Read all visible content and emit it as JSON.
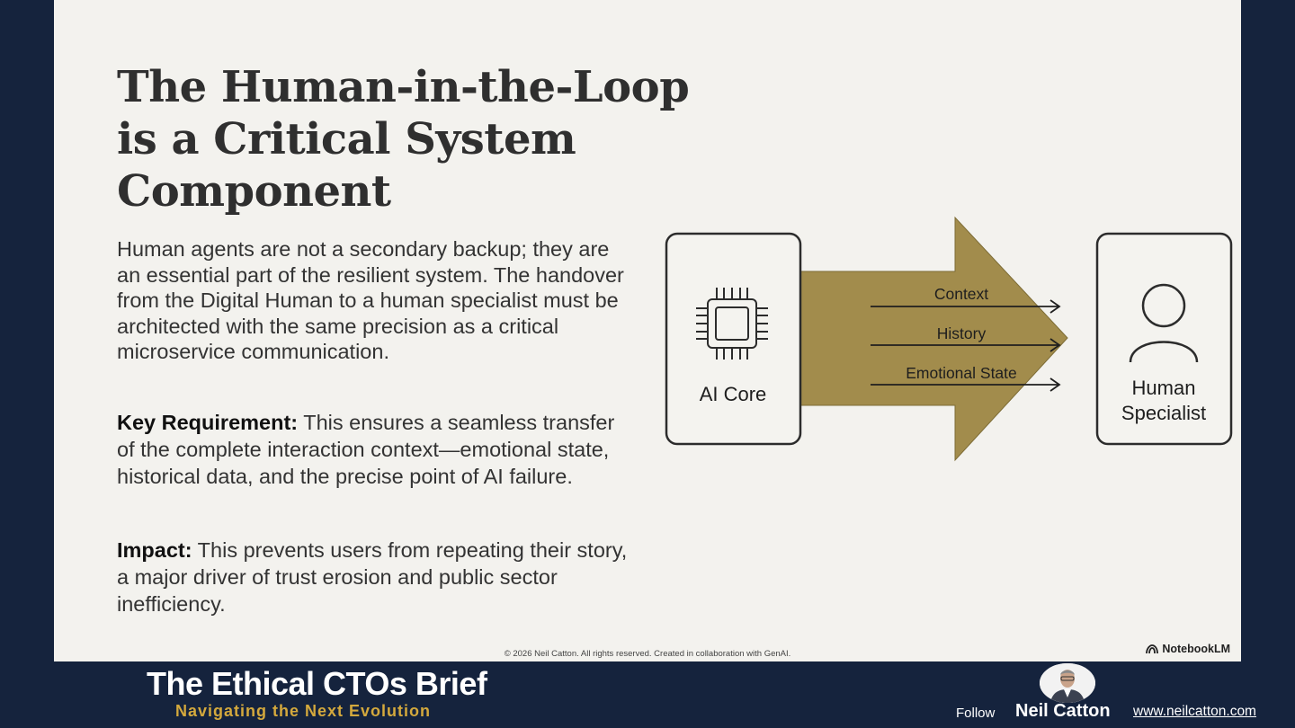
{
  "slide": {
    "title": "The Human-in-the-Loop is a Critical System Component",
    "paragraph1": "Human agents are not a secondary backup; they are an essential part of the resilient system. The handover from the Digital Human to a human specialist must be architected with the same precision as a critical microservice communication.",
    "key_requirement": {
      "label": "Key Requirement:",
      "text": " This ensures a seamless transfer of the complete interaction context—emotional state, historical data, and the precise point of AI failure."
    },
    "impact": {
      "label": "Impact:",
      "text": " This prevents users from repeating their story, a major driver of trust erosion and public sector inefficiency."
    },
    "copyright": "© 2026 Neil Catton. All rights reserved. Created in collaboration with GenAI.",
    "brand": "NotebookLM"
  },
  "diagram": {
    "source_label": "AI Core",
    "target_label_line1": "Human",
    "target_label_line2": "Specialist",
    "flows": [
      "Context",
      "History",
      "Emotional State"
    ],
    "arrow_color": "#a28c4c"
  },
  "footer": {
    "title": "The Ethical CTOs Brief",
    "subtitle": "Navigating the Next Evolution",
    "follow_label": "Follow",
    "author": "Neil Catton",
    "website": "www.neilcatton.com",
    "accent_color": "#d4a93d"
  }
}
